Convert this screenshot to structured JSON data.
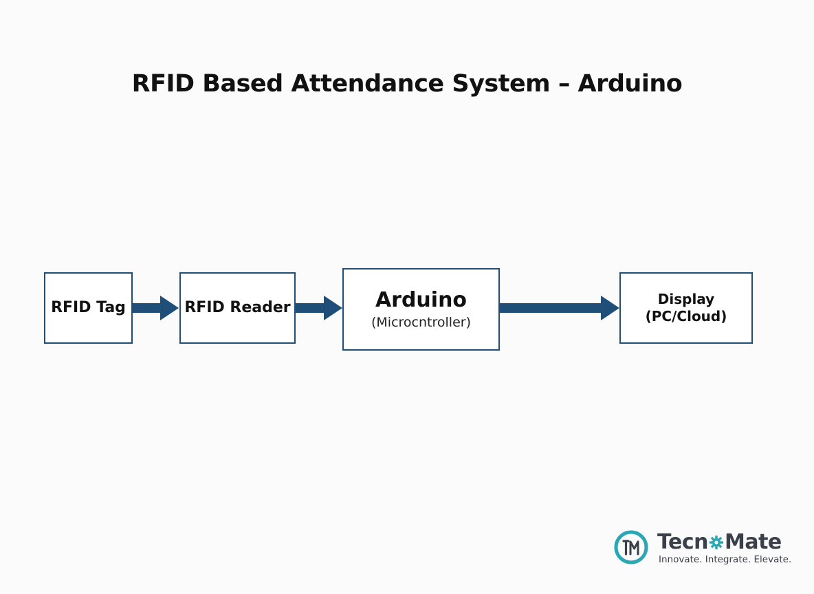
{
  "title": "RFID Based Attendance System – Arduino",
  "blocks": {
    "rfid_tag": {
      "label": "RFID Tag"
    },
    "rfid_reader": {
      "label": "RFID Reader"
    },
    "arduino": {
      "label": "Arduino",
      "sublabel": "(Microcntroller)"
    },
    "display": {
      "label": "Display",
      "sublabel": "(PC/Cloud)"
    }
  },
  "colors": {
    "box_border": "#1f4e79",
    "arrow": "#1f4e79",
    "logo_teal": "#2aa6b4",
    "logo_text": "#3a3f4a"
  },
  "logo": {
    "name_part1": "Tecn",
    "name_part2": "Mate",
    "tagline": "Innovate. Integrate. Elevate."
  }
}
